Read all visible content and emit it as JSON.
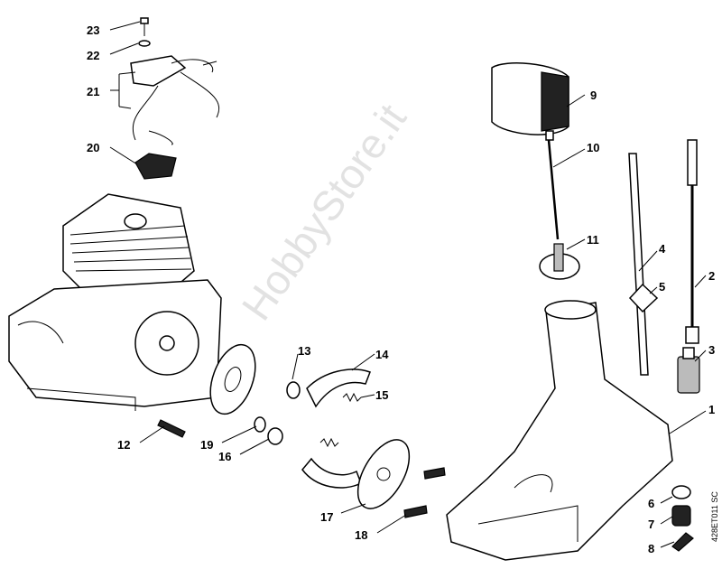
{
  "watermark": "HobbyStore.it",
  "drawing_code": "428ET011 SC",
  "labels": {
    "p1": "1",
    "p2": "2",
    "p3": "3",
    "p4": "4",
    "p5": "5",
    "p6": "6",
    "p7": "7",
    "p8": "8",
    "p9": "9",
    "p10": "10",
    "p11": "11",
    "p12": "12",
    "p13": "13",
    "p14": "14",
    "p15": "15",
    "p16": "16",
    "p17": "17",
    "p18": "18",
    "p19": "19",
    "p20": "20",
    "p21": "21",
    "p22": "22",
    "p23": "23"
  }
}
